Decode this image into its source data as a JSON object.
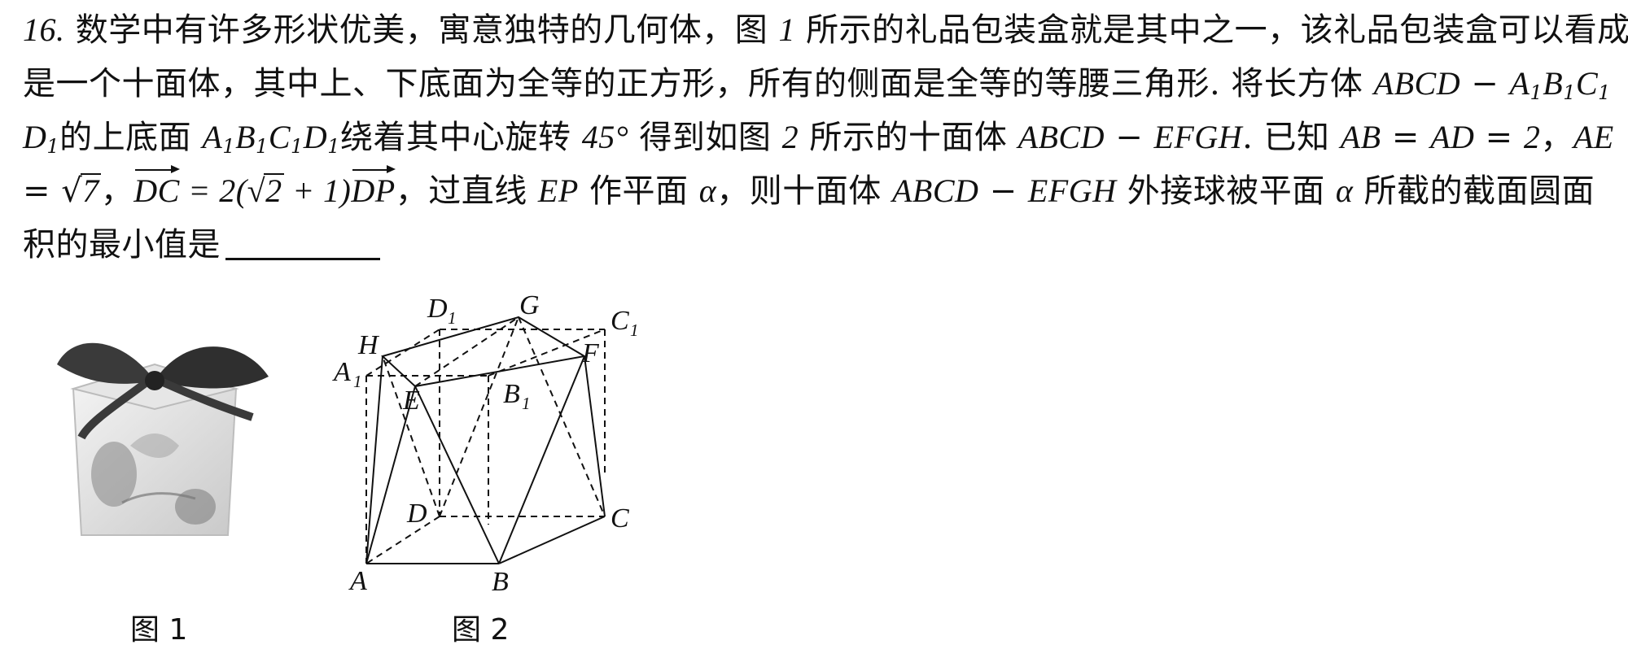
{
  "problem": {
    "l1a": "16.",
    "l1b": " 数学中有许多形状优美，寓意独特的几何体，图 ",
    "l1c": "1",
    "l1d": " 所示的礼品包装盒就是其中之一，该礼品包装盒可以看成",
    "l2a": "是一个十面体，其中上、下底面为全等的正方形，所有的侧面是全等的等腰三角形. 将长方体 ",
    "l2b": "ABCD",
    "l2c": " − ",
    "l2d": "A",
    "l2e": "1",
    "l2f": "B",
    "l2g": "1",
    "l2h": "C",
    "l2i": "1",
    "l3a": "D",
    "l3b": "1",
    "l3c": "的上底面 ",
    "l3d": "A",
    "l3e": "1",
    "l3f": "B",
    "l3g": "1",
    "l3h": "C",
    "l3i": "1",
    "l3j": "D",
    "l3k": "1",
    "l3l": "绕着其中心旋转 ",
    "l3m": "45°",
    "l3n": " 得到如图 ",
    "l3o": "2",
    "l3p": " 所示的十面体 ",
    "l3q": "ABCD",
    "l3r": " − ",
    "l3s": "EFGH",
    "l3t": ". 已知 ",
    "l3u": "AB",
    "l3v": " = ",
    "l3w": "AD",
    "l3x": " = ",
    "l3y": "2",
    "l3z": "，",
    "l3aa": "AE",
    "l4a": "= √",
    "l4b": "7",
    "l4c": "，",
    "l4d": "DC",
    "l4e": " = 2(√",
    "l4f": "2",
    "l4g": " + 1)",
    "l4h": "DP",
    "l4i": "，过直线 ",
    "l4j": "EP",
    "l4k": " 作平面 ",
    "l4l": "α",
    "l4m": "，则十面体 ",
    "l4n": "ABCD",
    "l4o": " − ",
    "l4p": "EFGH",
    "l4q": " 外接球被平面 ",
    "l4r": "α",
    "l4s": " 所截的截面圆面",
    "l5a": "积的最小值是"
  },
  "figure2": {
    "labels": {
      "A": "A",
      "B": "B",
      "C": "C",
      "D": "D",
      "E": "E",
      "F": "F",
      "G": "G",
      "H": "H",
      "A1": "A",
      "B1": "B",
      "C1": "C",
      "D1": "D",
      "sub1": "1"
    }
  },
  "captions": {
    "fig1": "图 1",
    "fig2": "图 2"
  }
}
